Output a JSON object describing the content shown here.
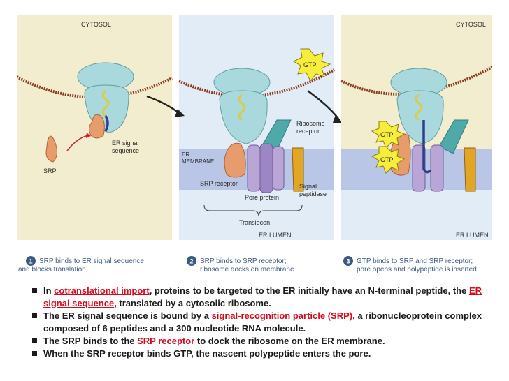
{
  "figure": {
    "labels": {
      "cytosol_left": "CYTOSOL",
      "cytosol_right": "CYTOSOL",
      "er_membrane": "ER\nMEMBRANE",
      "er_lumen_mid": "ER LUMEN",
      "er_lumen_right": "ER LUMEN",
      "er_signal_sequence": "ER signal\nsequence",
      "srp": "SRP",
      "ribosome_receptor": "Ribosome\nreceptor",
      "srp_receptor": "SRP receptor",
      "pore_protein": "Pore protein",
      "signal_peptidase": "Signal\npeptidase",
      "translocon": "Translocon",
      "gtp_top": "GTP",
      "gtp_a": "GTP",
      "gtp_b": "GTP"
    },
    "steps": [
      {
        "num": "1",
        "text": "SRP binds to ER signal sequence\nand blocks translation."
      },
      {
        "num": "2",
        "text": "SRP binds to SRP receptor;\nribosome docks on membrane."
      },
      {
        "num": "3",
        "text": "GTP binds to SRP and SRP receptor;\npore opens and polypeptide is inserted."
      }
    ]
  },
  "bullets": [
    {
      "before": "In ",
      "hl": "cotranslational import",
      "after": ", proteins to be targeted to the ER initially have an N-terminal peptide, the ",
      "hl2": "ER signal sequence",
      "after2": ", translated by a cytosolic ribosome."
    },
    {
      "before": "The ER signal sequence is bound by a ",
      "hl": "signal-recognition particle (SRP),",
      "after": " a ribonucleoprotein complex composed of 6 peptides and a 300 nucleotide RNA molecule.",
      "hl2": "",
      "after2": ""
    },
    {
      "before": "The SRP binds to the ",
      "hl": "SRP receptor",
      "after": " to dock the ribosome on the ER membrane.",
      "hl2": "",
      "after2": ""
    },
    {
      "before": "When the SRP receptor binds GTP, the nascent polypeptide enters the pore.",
      "hl": "",
      "after": "",
      "hl2": "",
      "after2": ""
    }
  ],
  "colors": {
    "cytosol": "#f3edcf",
    "panel2": "#e2ecf6",
    "membrane": "#b9c6e6",
    "mrna": "#8b3a1e",
    "ribosome": "#a9d9dc",
    "srp": "#e79c6e",
    "gtp": "#f6ee3a",
    "highlight": "#d40b1e",
    "caption": "#3c5a7e"
  }
}
